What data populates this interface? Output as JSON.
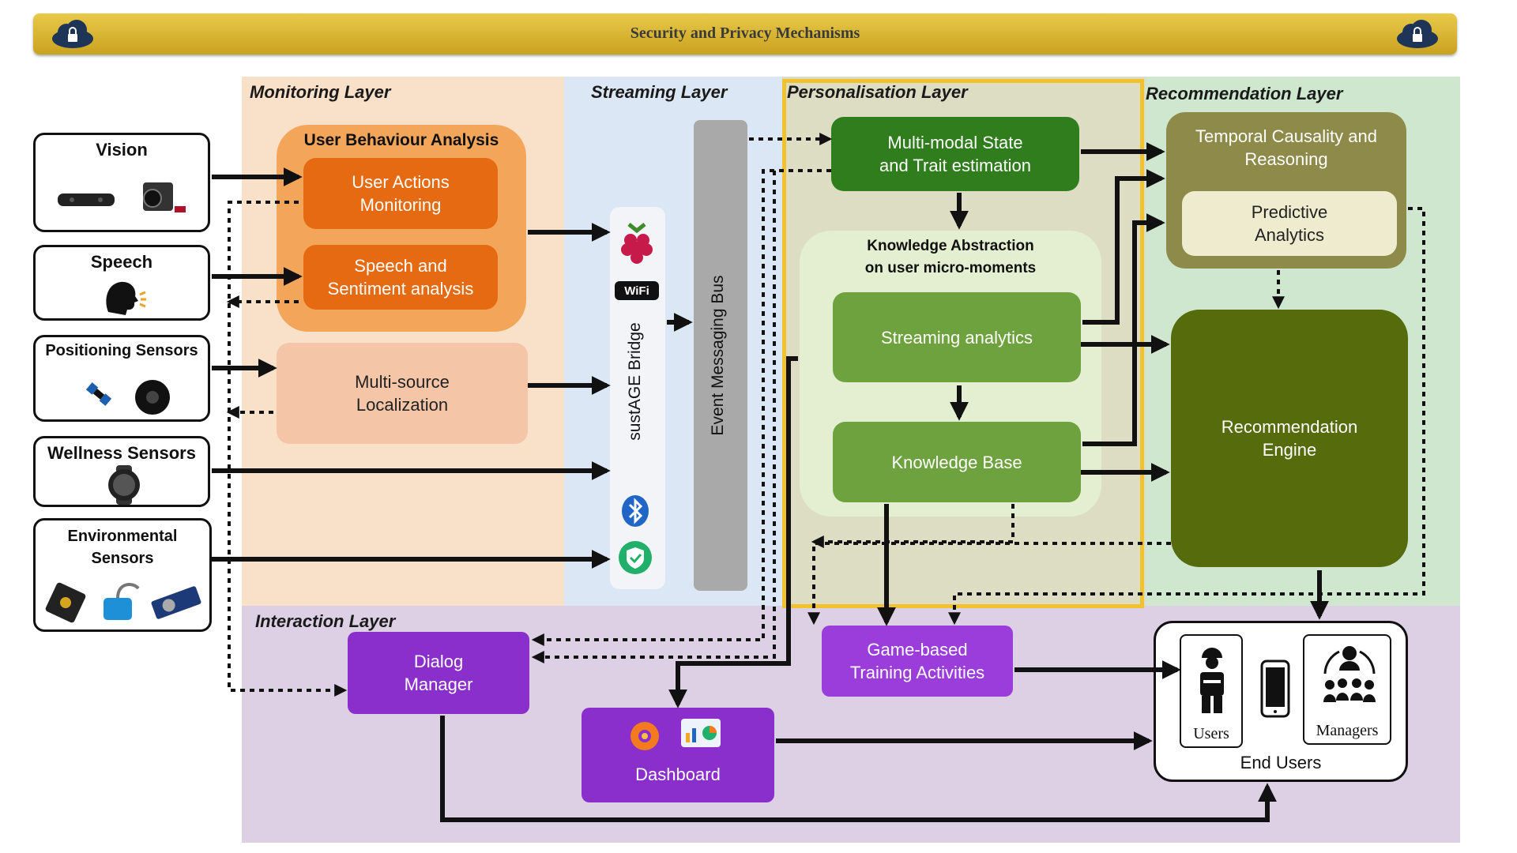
{
  "banner": {
    "title": "Security and Privacy Mechanisms"
  },
  "layers": {
    "monitoring": "Monitoring Layer",
    "streaming": "Streaming Layer",
    "personalisation": "Personalisation Layer",
    "recommendation": "Recommendation Layer",
    "interaction": "Interaction Layer"
  },
  "sources": {
    "vision": "Vision",
    "speech": "Speech",
    "positioning": "Positioning Sensors",
    "wellness": "Wellness Sensors",
    "environmental": "Environmental\nSensors"
  },
  "monitoring": {
    "group_title": "User Behaviour Analysis",
    "actions": "User Actions\nMonitoring",
    "speech": "Speech and\nSentiment analysis",
    "localization": "Multi-source\nLocalization"
  },
  "streaming": {
    "bridge": "sustAGE Bridge",
    "wifi": "WiFi",
    "bus": "Event Messaging Bus"
  },
  "personalisation": {
    "state": "Multi-modal State\nand Trait estimation",
    "abstraction": "Knowledge Abstraction\non user micro-moments",
    "streaming_analytics": "Streaming analytics",
    "knowledge_base": "Knowledge Base"
  },
  "recommendation": {
    "temporal": "Temporal Causality and\nReasoning",
    "predictive": "Predictive\nAnalytics",
    "engine": "Recommendation\nEngine"
  },
  "interaction": {
    "dialog": "Dialog\nManager",
    "game": "Game-based\nTraining Activities",
    "dashboard": "Dashboard",
    "end_users": "End Users",
    "users": "Users",
    "managers": "Managers"
  },
  "colors": {
    "banner": "#d9b431",
    "monitoring_bg": "#f9e1c9",
    "streaming_bg": "#dbe7f5",
    "personalisation_bg": "#ddddc4",
    "recommendation_bg": "#cfe7cf",
    "interaction_bg": "#ddd0e5",
    "orange": "#e56a12",
    "green_dark": "#2f7d1c",
    "green_mid": "#6ea23f",
    "olive": "#556b0c",
    "purple": "#8a2fcc",
    "highlight": "#f2c12e"
  }
}
